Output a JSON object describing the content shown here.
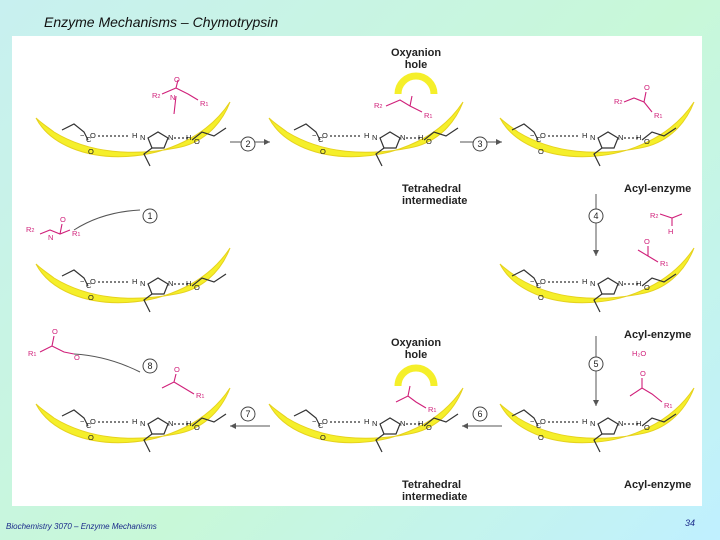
{
  "slide": {
    "title": "Enzyme Mechanisms – Chymotrypsin",
    "footer": "Biochemistry 3070 – Enzyme Mechanisms",
    "page_number": "34"
  },
  "diagram": {
    "labels": {
      "oxyanion_hole": [
        "Oxyanion",
        "hole"
      ],
      "tetrahedral_intermediate": [
        "Tetrahedral",
        "intermediate"
      ],
      "acyl_enzyme": "Acyl-enzyme"
    },
    "steps": [
      "1",
      "2",
      "3",
      "4",
      "5",
      "6",
      "7",
      "8"
    ],
    "atoms": {
      "R1": "R",
      "R2": "R",
      "sub1": "1",
      "sub2": "2",
      "N": "N",
      "H": "H",
      "C": "C",
      "O": "O",
      "water": "H₂O",
      "minus": "−",
      "plus": "+"
    },
    "colors": {
      "enzyme_band": "#f5ef2a",
      "substrate": "#d0207a",
      "structure": "#333333",
      "title_text": "#111111",
      "footer_text": "#1a2a8a"
    }
  }
}
